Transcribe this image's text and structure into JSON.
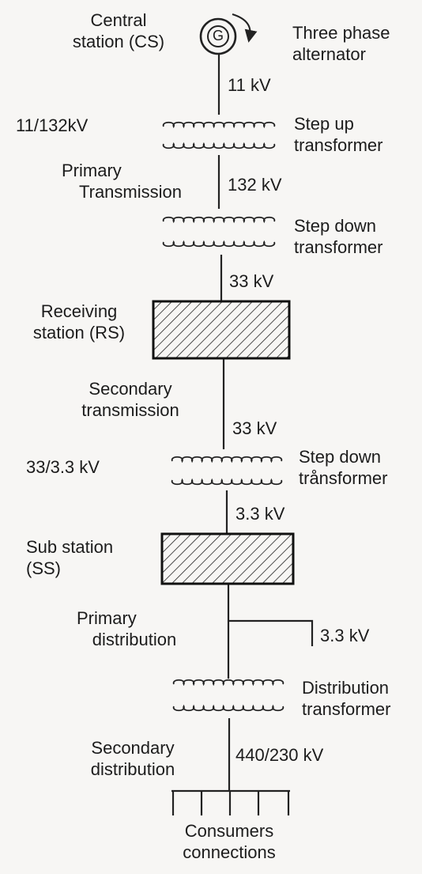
{
  "generator": {
    "symbol": "G",
    "label_left_1": "Central",
    "label_left_2": "station (CS)",
    "label_right_1": "Three phase",
    "label_right_2": "alternator"
  },
  "voltages": {
    "v1": "11 kV",
    "v2": "132 kV",
    "v3": "33 kV",
    "v4": "33 kV",
    "v5": "3.3 kV",
    "v6": "3.3 kV",
    "v7": "440/230 kV"
  },
  "transformers": {
    "t1_ratio": "11/132kV",
    "t1_name_1": "Step up",
    "t1_name_2": "transformer",
    "t2_name_1": "Step down",
    "t2_name_2": "transformer",
    "t3_ratio": "33/3.3 kV",
    "t3_name_1": "Step down",
    "t3_name_2": "trånsformer",
    "t4_name_1": "Distribution",
    "t4_name_2": "transformer"
  },
  "stages": {
    "primary_transmission_1": "Primary",
    "primary_transmission_2": "Transmission",
    "receiving_station_1": "Receiving",
    "receiving_station_2": "station (RS)",
    "secondary_transmission_1": "Secondary",
    "secondary_transmission_2": "transmission",
    "sub_station_1": "Sub station",
    "sub_station_2": "(SS)",
    "primary_distribution_1": "Primary",
    "primary_distribution_2": "distribution",
    "secondary_distribution_1": "Secondary",
    "secondary_distribution_2": "distribution",
    "consumers_1": "Consumers",
    "consumers_2": "connections"
  }
}
